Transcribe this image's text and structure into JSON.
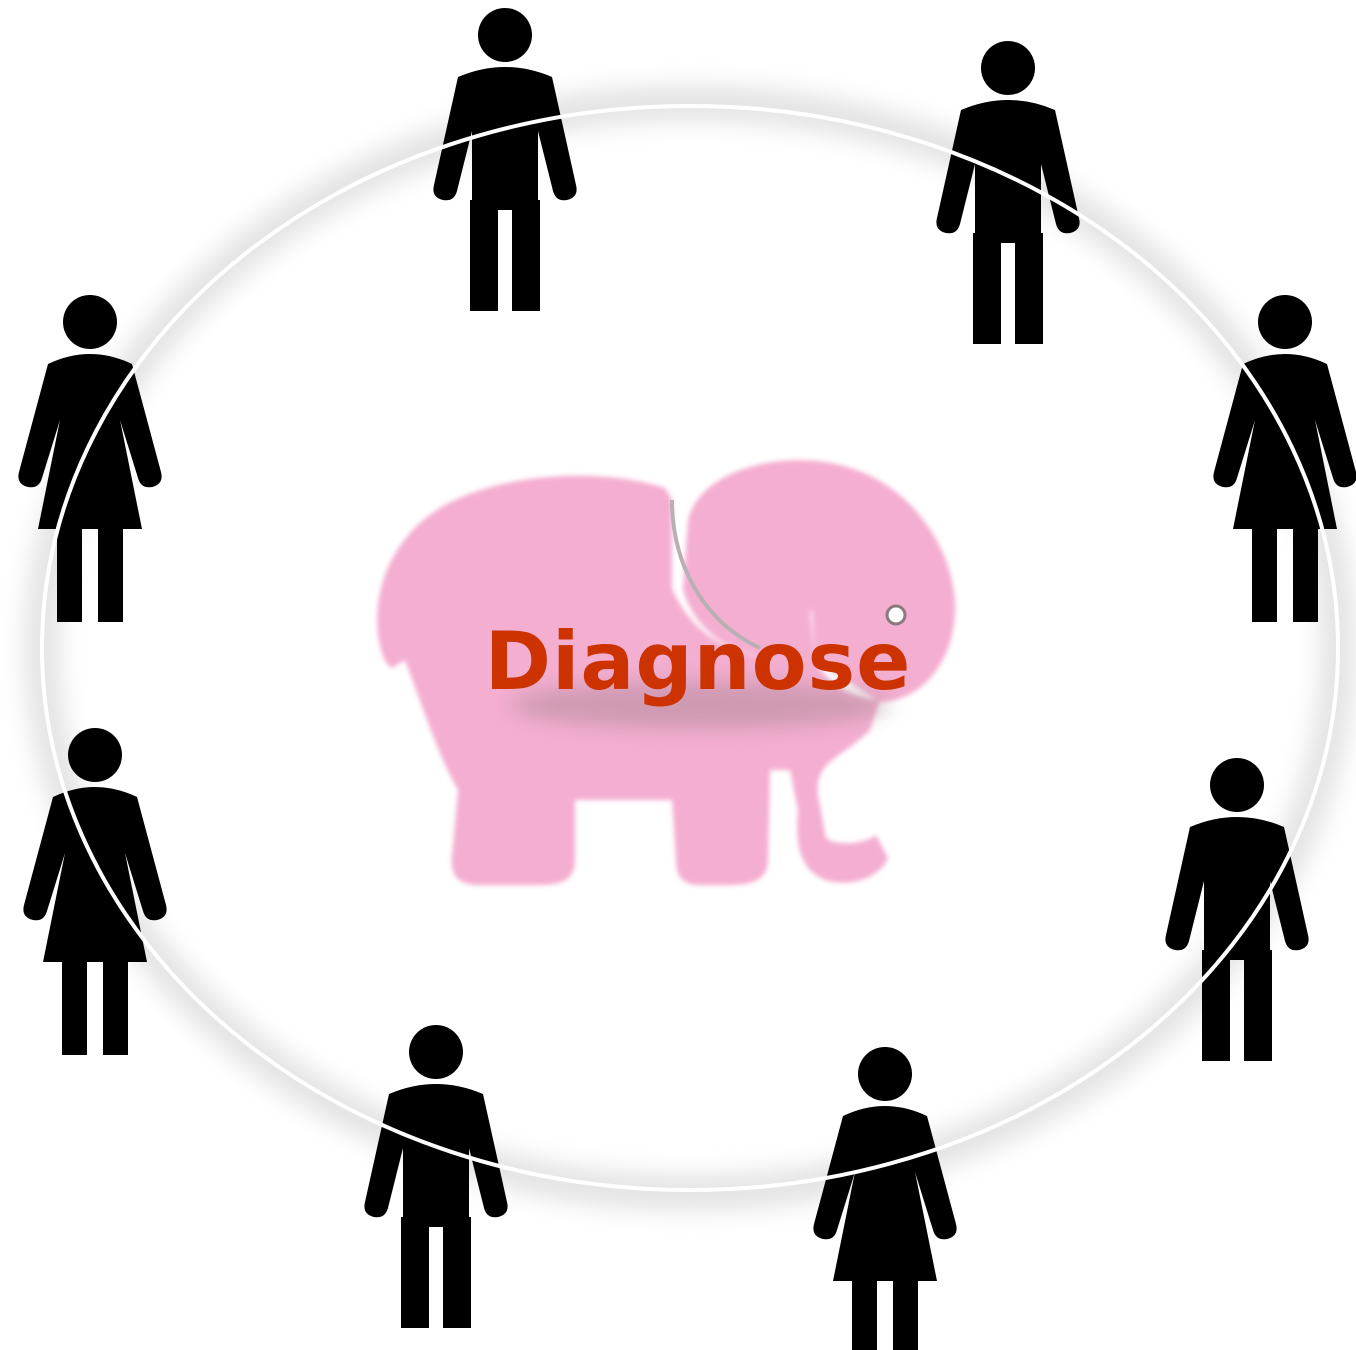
{
  "center": {
    "label": "Diagnose",
    "label_color": "#cc3300",
    "elephant_color": "#f4aed0",
    "elephant_icon": "elephant-icon"
  },
  "ring": {
    "stroke_color": "#ffffff",
    "glow_color": "#d9d9d9"
  },
  "people": {
    "figure_color": "#000000",
    "figures": [
      {
        "name": "person-top-left",
        "icon": "man-icon"
      },
      {
        "name": "person-top-right",
        "icon": "man-icon"
      },
      {
        "name": "person-left-upper",
        "icon": "woman-icon"
      },
      {
        "name": "person-right-upper",
        "icon": "woman-icon"
      },
      {
        "name": "person-left-lower",
        "icon": "woman-icon"
      },
      {
        "name": "person-right-lower",
        "icon": "man-icon"
      },
      {
        "name": "person-bottom-left",
        "icon": "man-icon"
      },
      {
        "name": "person-bottom-right",
        "icon": "woman-icon"
      }
    ]
  }
}
